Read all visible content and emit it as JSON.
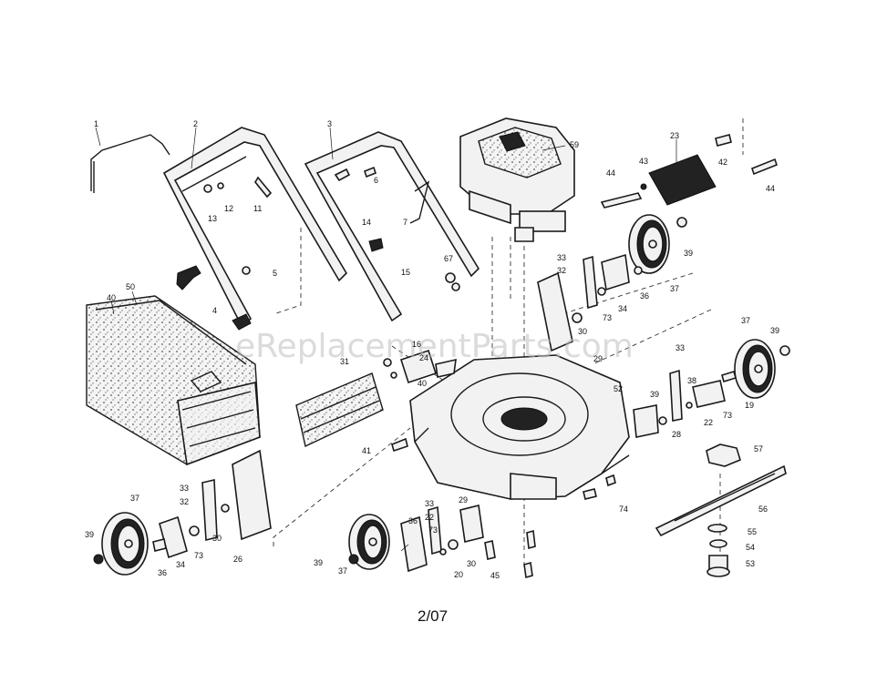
{
  "watermark": "eReplacementParts.com",
  "date_code": "2/07",
  "part_numbers": [
    "1",
    "2",
    "3",
    "4",
    "5",
    "6",
    "7",
    "11",
    "12",
    "13",
    "14",
    "15",
    "16",
    "19",
    "20",
    "22",
    "23",
    "24",
    "26",
    "28",
    "29",
    "30",
    "31",
    "32",
    "33",
    "34",
    "36",
    "37",
    "38",
    "39",
    "40",
    "41",
    "42",
    "43",
    "44",
    "45",
    "50",
    "52",
    "53",
    "54",
    "55",
    "56",
    "57",
    "59",
    "67",
    "73",
    "74"
  ]
}
